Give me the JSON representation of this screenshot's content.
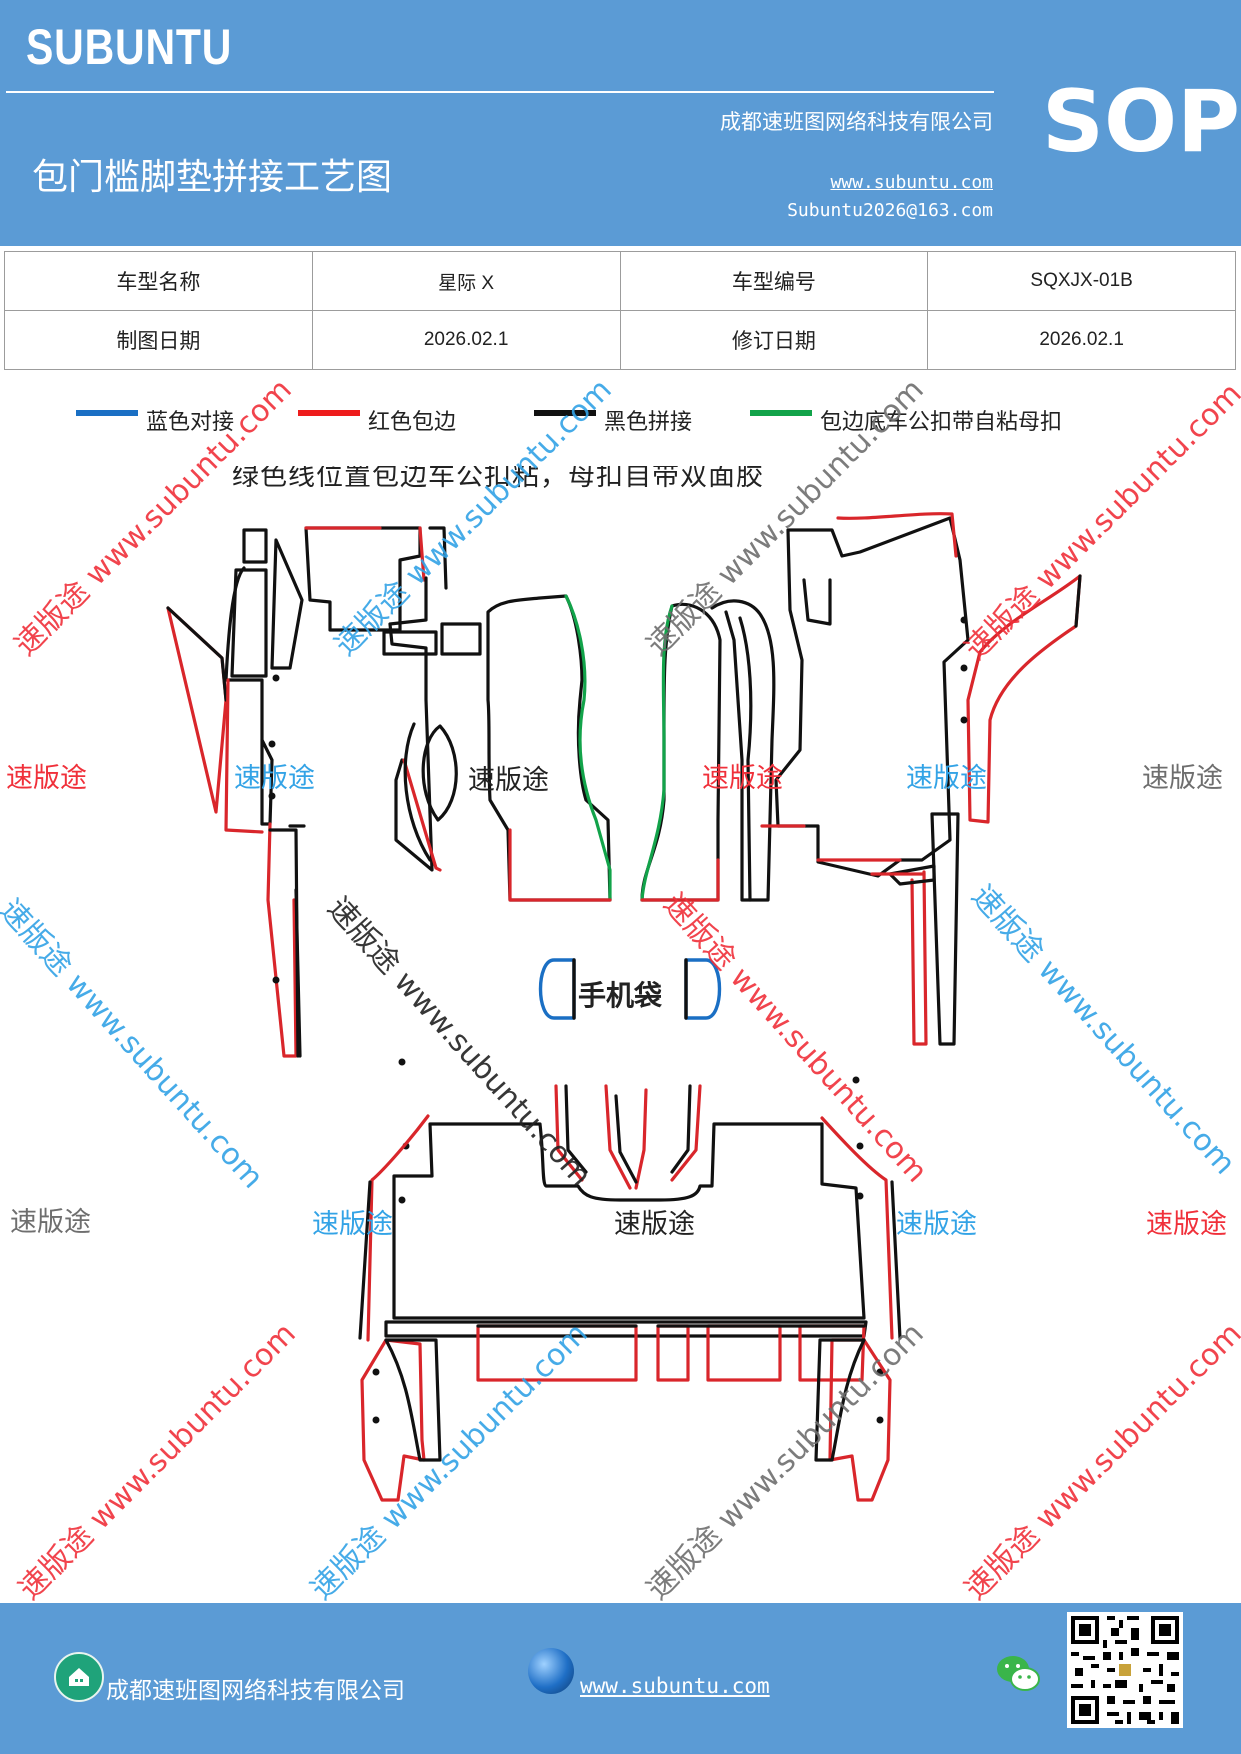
{
  "header": {
    "brand": "SUBUNTU",
    "company": "成都速班图网络科技有限公司",
    "title": "包门槛脚垫拼接工艺图",
    "website": "www.subuntu.com",
    "email": "Subuntu2026@163.com",
    "badge": "SOP"
  },
  "info_table": {
    "rows": [
      {
        "label1": "车型名称",
        "value1": "星际 X",
        "label2": "车型编号",
        "value2": "SQXJX-01B"
      },
      {
        "label1": "制图日期",
        "value1": "2026.02.1",
        "label2": "修订日期",
        "value2": "2026.02.1"
      }
    ]
  },
  "legend": [
    {
      "label": "蓝色对接",
      "color": "#1a6fc4"
    },
    {
      "label": "红色包边",
      "color": "#ee1c1c"
    },
    {
      "label": "黑色拼接",
      "color": "#111111"
    },
    {
      "label": "包边底车公扣带自粘母扣",
      "color": "#12a34a"
    }
  ],
  "note": "绿色线位置包边车公扣粘，母扣自带双面胶",
  "diagram": {
    "phone_pocket_label": "手机袋",
    "watermark_word": "速版途",
    "watermark_diag": "速版途 www.subuntu.com",
    "colors": {
      "blue": "#1a6fc4",
      "red": "#d9262b",
      "black": "#111111",
      "green": "#12a34a",
      "wm_red": "#f0303a",
      "wm_blue": "#33a3e6",
      "wm_gray": "#6e6e6e"
    }
  },
  "footer": {
    "company": "成都速班图网络科技有限公司",
    "website": "www.subuntu.com",
    "icons": [
      "home-icon",
      "globe-icon",
      "wechat-icon",
      "qr-code"
    ]
  }
}
